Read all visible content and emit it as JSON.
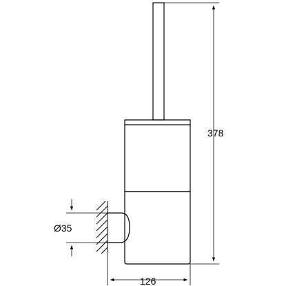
{
  "drawing": {
    "dimensions": {
      "height": "378",
      "width": "126",
      "diameter": "35"
    },
    "symbols": {
      "diameter": "Ø"
    },
    "colors": {
      "line": "#000000",
      "background": "#ffffff"
    }
  }
}
